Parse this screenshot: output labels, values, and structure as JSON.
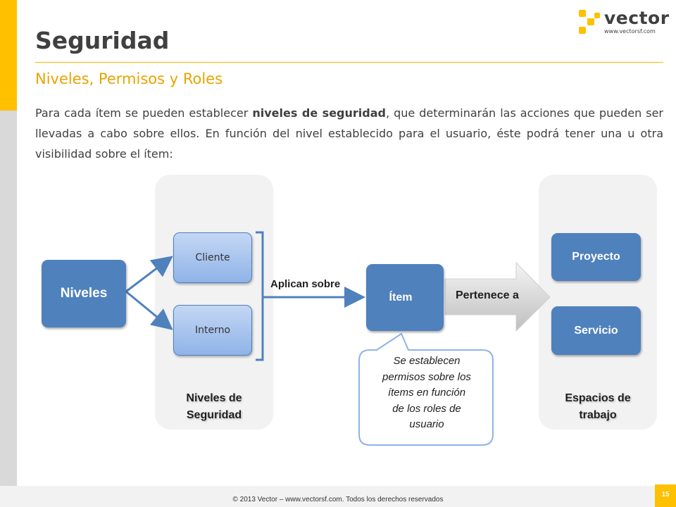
{
  "slide": {
    "title": "Seguridad",
    "subtitle": "Niveles, Permisos y Roles",
    "body": {
      "part1": "Para cada ítem se pueden establecer ",
      "bold": "niveles de seguridad",
      "part2": ", que determinarán las acciones que pueden ser llevadas a cabo sobre ellos. En función del nivel establecido para el usuario, éste podrá tener una u otra visibilidad sobre el ítem:"
    }
  },
  "logo": {
    "word": "vector",
    "url": "www.vectorsf.com",
    "icon": "vector-logo-icon"
  },
  "diagram": {
    "niveles": "Niveles",
    "cliente": "Cliente",
    "interno": "Interno",
    "niveles_group_label_1": "Niveles de",
    "niveles_group_label_2": "Seguridad",
    "aplican": "Aplican sobre",
    "item": "Ítem",
    "pertenece": "Pertenece a",
    "proyecto": "Proyecto",
    "servicio": "Servicio",
    "espacios_group_label_1": "Espacios de",
    "espacios_group_label_2": "trabajo",
    "callout": [
      "Se establecen",
      "permisos sobre los",
      "ítems en función",
      "de los roles de",
      "usuario"
    ]
  },
  "footer": {
    "copyright": "© 2013 Vector – www.vectorsf.com. Todos los derechos reservados",
    "page_number": "15"
  },
  "colors": {
    "accent": "#ffc000",
    "box_blue": "#4f81bd",
    "panel": "#f2f2f2"
  }
}
